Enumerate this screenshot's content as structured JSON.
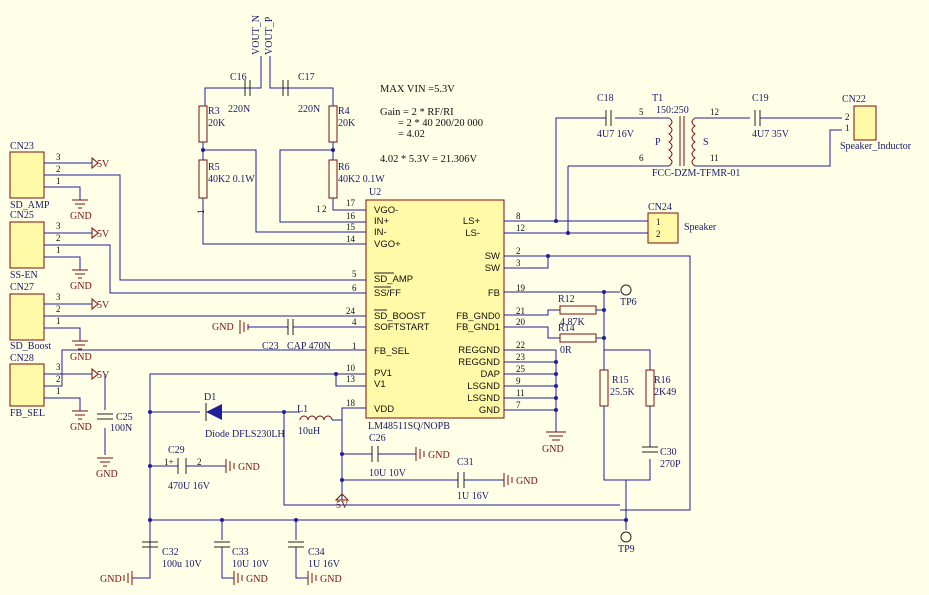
{
  "ic": {
    "designator": "U2",
    "part": "LM48511SQ/NOPB",
    "left_pins": [
      {
        "num": "",
        "name": "VGO-"
      },
      {
        "num": "16",
        "name": "IN+"
      },
      {
        "num": "15",
        "name": "IN-"
      },
      {
        "num": "14",
        "name": "VGO+"
      },
      {
        "num": "5",
        "name": "SD_AMP"
      },
      {
        "num": "6",
        "name": "SS/FF"
      },
      {
        "num": "24",
        "name": "SD_BOOST"
      },
      {
        "num": "4",
        "name": "SOFTSTART"
      },
      {
        "num": "1",
        "name": "FB_SEL"
      },
      {
        "num": "10",
        "name": "PV1"
      },
      {
        "num": "13",
        "name": "V1"
      },
      {
        "num": "18",
        "name": "VDD"
      }
    ],
    "right_pins": [
      {
        "num": "8",
        "name": "LS+"
      },
      {
        "num": "12",
        "name": "LS-"
      },
      {
        "num": "2",
        "name": "SW"
      },
      {
        "num": "3",
        "name": "SW"
      },
      {
        "num": "19",
        "name": "FB"
      },
      {
        "num": "21",
        "name": "FB_GND0"
      },
      {
        "num": "20",
        "name": "FB_GND1"
      },
      {
        "num": "22",
        "name": "REGGND"
      },
      {
        "num": "23",
        "name": "REGGND"
      },
      {
        "num": "25",
        "name": "DAP"
      },
      {
        "num": "9",
        "name": "LSGND"
      },
      {
        "num": "11",
        "name": "LSGND"
      },
      {
        "num": "7",
        "name": "GND"
      }
    ],
    "pin17": "17"
  },
  "notes": {
    "maxvin": "MAX VIN =5.3V",
    "gain1": "Gain = 2 * RF/RI",
    "gain2": "= 2 * 40 200/20 000",
    "gain3": "= 4.02",
    "calc": "4.02 * 5.3V = 21.306V"
  },
  "nets": {
    "vout_n": "VOUT_N",
    "vout_p": "VOUT_P",
    "fivev": "5V",
    "gnd": "GND"
  },
  "connectors": [
    {
      "ref": "CN23",
      "name": "SD_AMP",
      "pins": [
        "3",
        "2",
        "1"
      ]
    },
    {
      "ref": "CN25",
      "name": "SS-EN",
      "pins": [
        "3",
        "2",
        "1"
      ]
    },
    {
      "ref": "CN27",
      "name": "SD_Boost",
      "pins": [
        "3",
        "2",
        "1"
      ]
    },
    {
      "ref": "CN28",
      "name": "FB_SEL",
      "pins": [
        "3",
        "2",
        "1"
      ]
    },
    {
      "ref": "CN24",
      "name": "Speaker",
      "pins": [
        "1",
        "2"
      ]
    },
    {
      "ref": "CN22",
      "name": "Speaker_Inductor",
      "pins": [
        "2",
        "1"
      ]
    }
  ],
  "parts": {
    "c16": {
      "ref": "C16",
      "val": "220N"
    },
    "c17": {
      "ref": "C17",
      "val": "220N"
    },
    "r3": {
      "ref": "R3",
      "val": "20K"
    },
    "r4": {
      "ref": "R4",
      "val": "20K"
    },
    "r5": {
      "ref": "R5",
      "val": "40K2 0.1W"
    },
    "r6": {
      "ref": "R6",
      "val": "40K2 0.1W"
    },
    "c18": {
      "ref": "C18",
      "val": "4U7 16V"
    },
    "c19": {
      "ref": "C19",
      "val": "4U7 35V"
    },
    "t1": {
      "ref": "T1",
      "ratio": "150:250",
      "p": "P",
      "s": "S",
      "part": "FCC-DZM-TFMR-01",
      "pins": [
        "5",
        "6",
        "12",
        "11"
      ]
    },
    "r12": {
      "ref": "R12",
      "val": "4.87K"
    },
    "r14": {
      "ref": "R14",
      "val": "0R"
    },
    "r15": {
      "ref": "R15",
      "val": "25.5K"
    },
    "r16": {
      "ref": "R16",
      "val": "2K49"
    },
    "c30": {
      "ref": "C30",
      "val": "270P"
    },
    "c23": {
      "ref": "C23",
      "val": "CAP 470N"
    },
    "c25": {
      "ref": "C25",
      "val": "100N"
    },
    "d1": {
      "ref": "D1",
      "val": "Diode DFLS230LH"
    },
    "l1": {
      "ref": "L1",
      "val": "10uH"
    },
    "c26": {
      "ref": "C26",
      "val": "10U 10V"
    },
    "c31": {
      "ref": "C31",
      "val": "1U 16V"
    },
    "c29": {
      "ref": "C29",
      "val": "470U 16V",
      "p1": "1+",
      "p2": "2"
    },
    "c32": {
      "ref": "C32",
      "val": "100u 10V"
    },
    "c33": {
      "ref": "C33",
      "val": "10U 10V"
    },
    "c34": {
      "ref": "C34",
      "val": "1U 16V"
    },
    "tp6": {
      "ref": "TP6"
    },
    "tp9": {
      "ref": "TP9"
    }
  },
  "pinnums": {
    "one": "1",
    "two": "2"
  }
}
